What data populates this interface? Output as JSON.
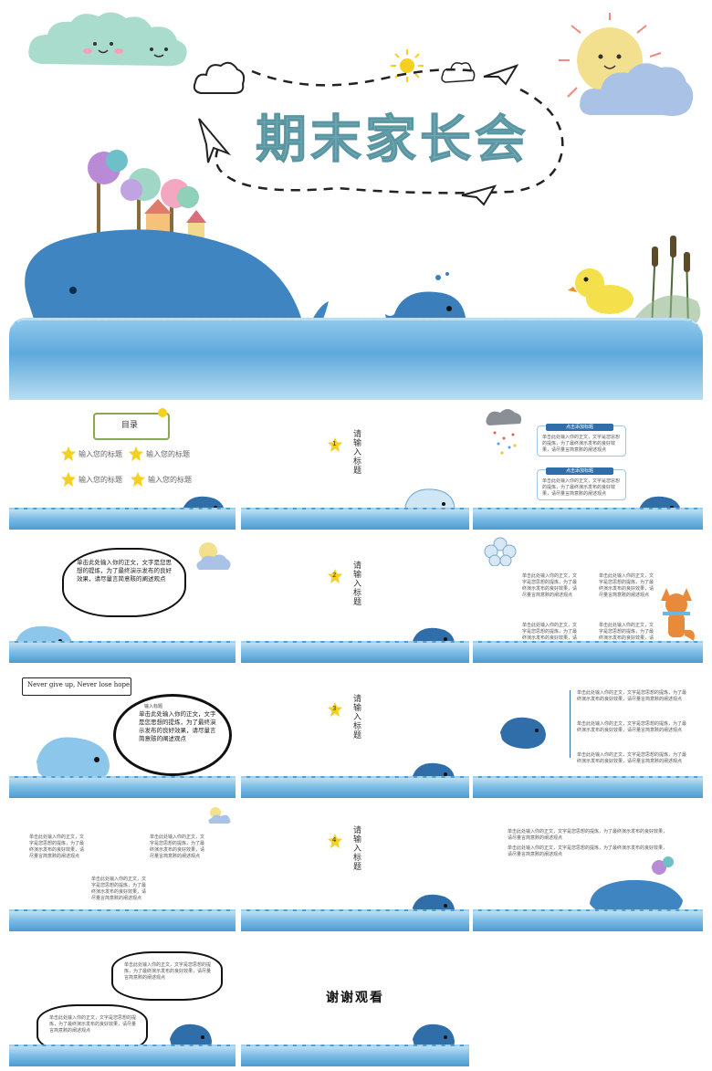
{
  "cover": {
    "title": "期末家长会"
  },
  "slide_toc": {
    "heading": "目录",
    "items": [
      "输入您的标题",
      "输入您的标题",
      "输入您的标题",
      "输入您的标题"
    ]
  },
  "section_title": "请输入标题",
  "section_numbers": [
    "1",
    "2",
    "3",
    "4"
  ],
  "slide_cards": {
    "tag_label": "点击添加标题",
    "body": "单击此处输入你的正文，文字是您思想的提炼，为了最终演示发布的良好效果，请尽量言简意赅的阐述观点"
  },
  "slide_bubble": {
    "text": "单击此处输入你的正文，文字是您思想的提炼，为了最终演示发布的良好效果，请尽量言简意赅的阐述观点"
  },
  "slide_grid": {
    "text": "单击此处输入你的正文，文字是您思想的提炼，为了最终演示发布的良好效果，请尽量言简意赅的阐述观点"
  },
  "slide_quote": {
    "quote": "Never give up, Never lose hope.",
    "sub_label": "输入标题",
    "text": "单击此处输入你的正文，文字是您思想的提炼，为了最终演示发布的良好效果，请尽量言简意赅的阐述观点"
  },
  "slide_timeline": {
    "text": "单击此处输入你的正文，文字是您思想的提炼，为了最终演示发布的良好效果，请尽量言简意赅的阐述观点"
  },
  "slide_two_col": {
    "text": "单击此处输入你的正文，文字是您思想的提炼，为了最终演示发布的良好效果，请尽量言简意赅的阐述观点"
  },
  "slide_para": {
    "text": "单击此处输入你的正文，文字是您思想的提炼，为了最终演示发布的良好效果，请尽量言简意赅的阐述观点"
  },
  "slide_clouds": {
    "text": "单击此处输入你的正文，文字是您思想的提炼，为了最终演示发布的良好效果，请尽量言简意赅的阐述观点"
  },
  "thanks": "谢谢观看",
  "colors": {
    "title": "#6fa7b3",
    "sea_dark": "#2f6ea8",
    "sea_light": "#bfe0f4",
    "star": "#f5d020",
    "cloud_green": "#a9dccc",
    "cloud_blue": "#a9c2e6",
    "sun": "#f3e08e"
  }
}
